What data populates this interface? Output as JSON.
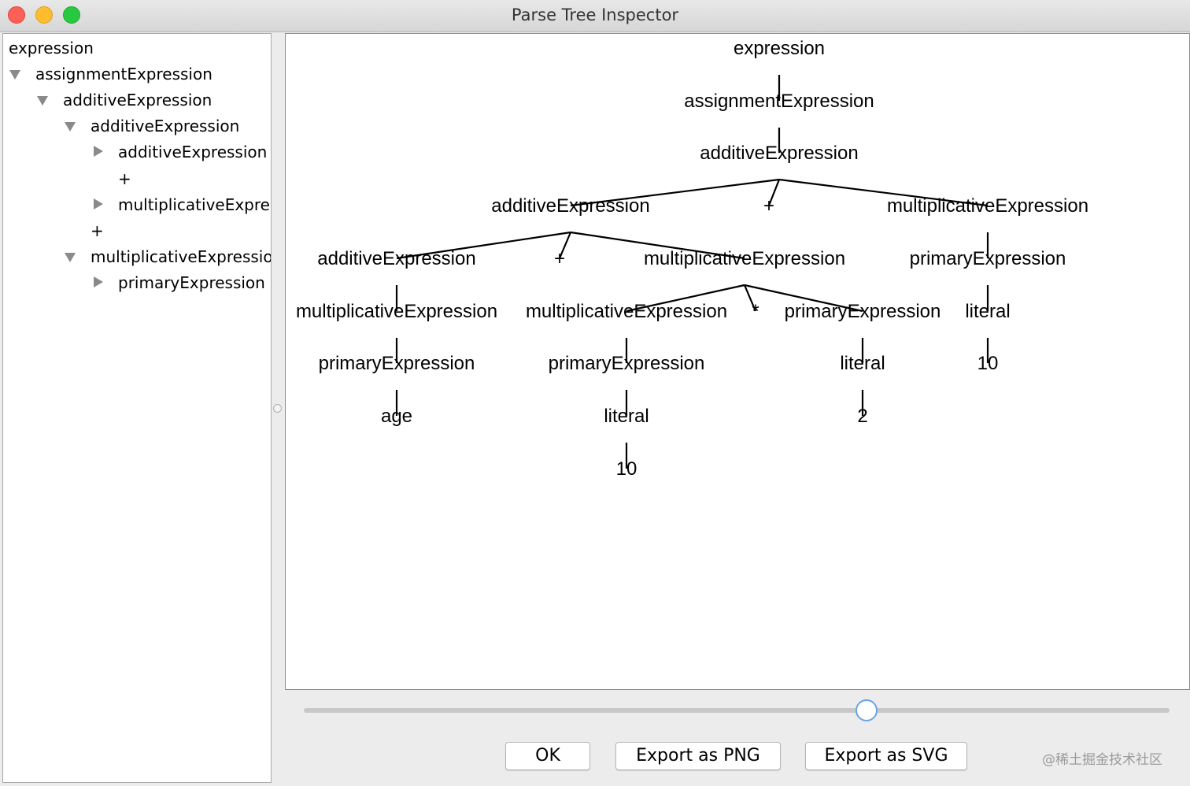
{
  "window": {
    "title": "Parse Tree Inspector",
    "controls": [
      "close",
      "minimize",
      "zoom"
    ]
  },
  "tree_view": {
    "items": [
      {
        "label": "expression",
        "disclosure": "none"
      },
      {
        "label": "assignmentExpression",
        "disclosure": "expanded"
      },
      {
        "label": "additiveExpression",
        "disclosure": "expanded"
      },
      {
        "label": "additiveExpression",
        "disclosure": "expanded"
      },
      {
        "label": "additiveExpression",
        "disclosure": "collapsed"
      },
      {
        "label": "+",
        "disclosure": "none"
      },
      {
        "label": "multiplicativeExpre",
        "disclosure": "collapsed"
      },
      {
        "label": "+",
        "disclosure": "none"
      },
      {
        "label": "multiplicativeExpressio",
        "disclosure": "expanded"
      },
      {
        "label": "primaryExpression",
        "disclosure": "collapsed"
      }
    ]
  },
  "parse_tree": {
    "nodes": [
      {
        "id": "n0",
        "label": "expression"
      },
      {
        "id": "n1",
        "label": "assignmentExpression",
        "parent": "n0"
      },
      {
        "id": "n2",
        "label": "additiveExpression",
        "parent": "n1"
      },
      {
        "id": "n3",
        "label": "additiveExpression",
        "parent": "n2"
      },
      {
        "id": "n4",
        "label": "+",
        "parent": "n2"
      },
      {
        "id": "n5",
        "label": "multiplicativeExpression",
        "parent": "n2"
      },
      {
        "id": "n6",
        "label": "additiveExpression",
        "parent": "n3"
      },
      {
        "id": "n7",
        "label": "+",
        "parent": "n3"
      },
      {
        "id": "n8",
        "label": "multiplicativeExpression",
        "parent": "n3"
      },
      {
        "id": "n9",
        "label": "primaryExpression",
        "parent": "n5"
      },
      {
        "id": "n10",
        "label": "multiplicativeExpression",
        "parent": "n6"
      },
      {
        "id": "n11",
        "label": "multiplicativeExpression",
        "parent": "n8"
      },
      {
        "id": "n12",
        "label": "*",
        "parent": "n8"
      },
      {
        "id": "n13",
        "label": "primaryExpression",
        "parent": "n8"
      },
      {
        "id": "n14",
        "label": "literal",
        "parent": "n9"
      },
      {
        "id": "n15",
        "label": "primaryExpression",
        "parent": "n10"
      },
      {
        "id": "n16",
        "label": "primaryExpression",
        "parent": "n11"
      },
      {
        "id": "n17",
        "label": "literal",
        "parent": "n13"
      },
      {
        "id": "n18",
        "label": "10",
        "parent": "n14"
      },
      {
        "id": "n19",
        "label": "age",
        "parent": "n15"
      },
      {
        "id": "n20",
        "label": "literal",
        "parent": "n16"
      },
      {
        "id": "n21",
        "label": "2",
        "parent": "n17"
      },
      {
        "id": "n22",
        "label": "10",
        "parent": "n20"
      }
    ]
  },
  "zoom_slider": {
    "value_fraction": 0.65
  },
  "buttons": {
    "ok": "OK",
    "export_png": "Export as PNG",
    "export_svg": "Export as SVG"
  },
  "watermark": "@稀土掘金技术社区"
}
